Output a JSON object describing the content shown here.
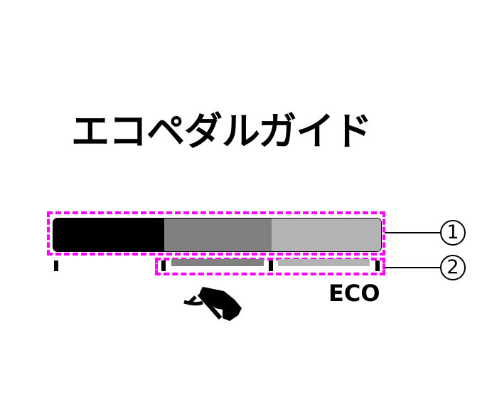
{
  "title": "エコペダルガイド",
  "eco_label": "ECO",
  "callouts": [
    "1",
    "2"
  ],
  "colors": {
    "highlight": "#ff00ff",
    "zone_1": "#000000",
    "zone_2": "#808080",
    "zone_3": "#b3b3b3"
  },
  "icons": [
    "foot-on-pedal-icon"
  ]
}
